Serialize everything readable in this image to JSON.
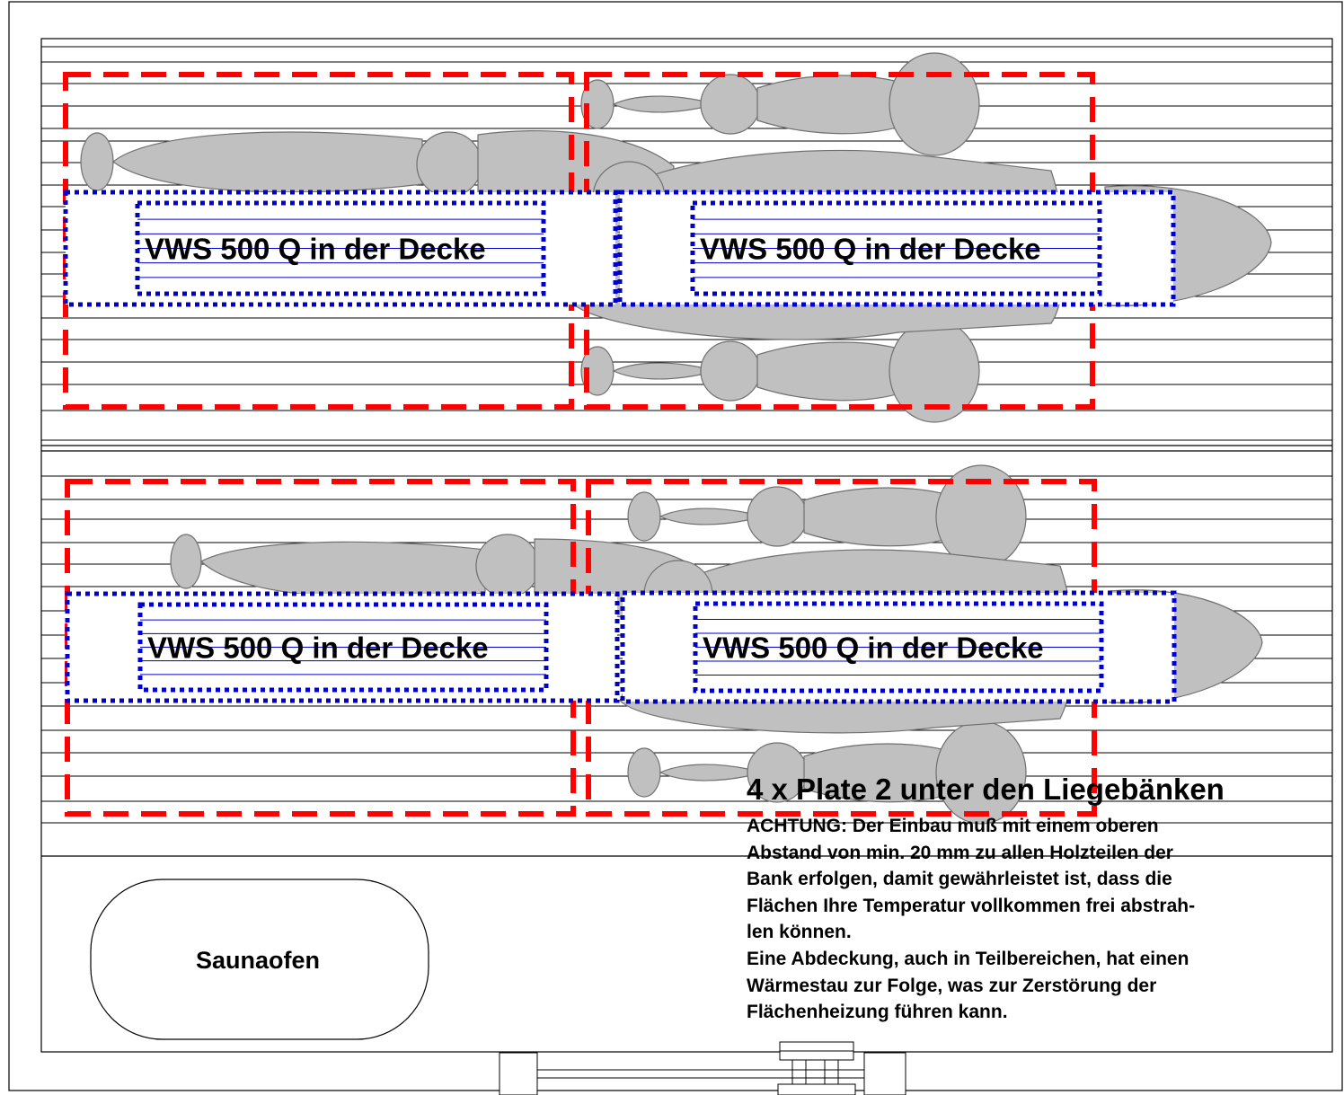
{
  "colors": {
    "zone_dashed": "#ff0000",
    "panel_dotted": "#0000cc",
    "figure_fill": "#c0c0c0",
    "figure_stroke": "#707070",
    "lines": "#000000"
  },
  "icons": [
    "human-figure-silhouette",
    "sauna-stove-shape",
    "door-frame"
  ],
  "panels": [
    {
      "label": "VWS 500 Q in der Decke"
    },
    {
      "label": "VWS 500 Q in der Decke"
    },
    {
      "label": "VWS 500 Q in der Decke"
    },
    {
      "label": "VWS 500 Q in der Decke"
    }
  ],
  "stove": {
    "label": "Saunaofen"
  },
  "note": {
    "title": "4 x Plate 2 unter den Liegebänken",
    "lines": [
      "ACHTUNG: Der Einbau muß mit einem oberen",
      "Abstand von min. 20 mm zu allen Holzteilen der",
      "Bank erfolgen, damit gewährleistet ist, dass die",
      "Flächen Ihre Temperatur vollkommen frei abstrah-",
      "len können.",
      "Eine Abdeckung, auch in Teilbereichen, hat einen",
      "Wärmestau zur Folge, was zur Zerstörung der",
      "Flächenheizung führen kann."
    ]
  }
}
